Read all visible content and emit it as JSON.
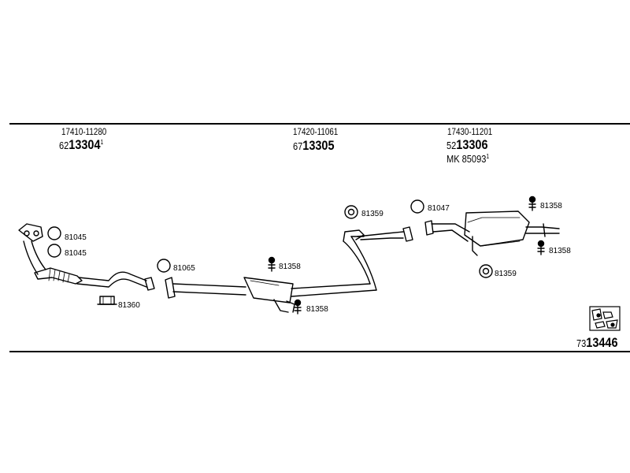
{
  "header_groups": [
    {
      "part_number": "17410-11280",
      "code_prefix": "62",
      "code_main": "13304",
      "code_sup": "1"
    },
    {
      "part_number": "17420-11061",
      "code_prefix": "67",
      "code_main": "13305",
      "code_sup": ""
    },
    {
      "part_number": "17430-11201",
      "code_prefix": "52",
      "code_main": "13306",
      "code_sup": "",
      "kit_text": "MK  85093",
      "kit_sup": "1"
    }
  ],
  "hardware_labels": {
    "gasket_1": "81045",
    "gasket_2": "81045",
    "rubber_mount_1": "81360",
    "gasket_3": "81065",
    "bolt_1": "81358",
    "bolt_2": "81358",
    "rubber_ring_1": "81359",
    "gasket_4": "81047",
    "bolt_3": "81358",
    "bolt_4": "81358",
    "rubber_ring_2": "81359"
  },
  "footer": {
    "code_prefix": "73",
    "code_main": "13446"
  },
  "colors": {
    "line": "#000000",
    "background": "#ffffff",
    "muffler_shade": "#888888"
  }
}
